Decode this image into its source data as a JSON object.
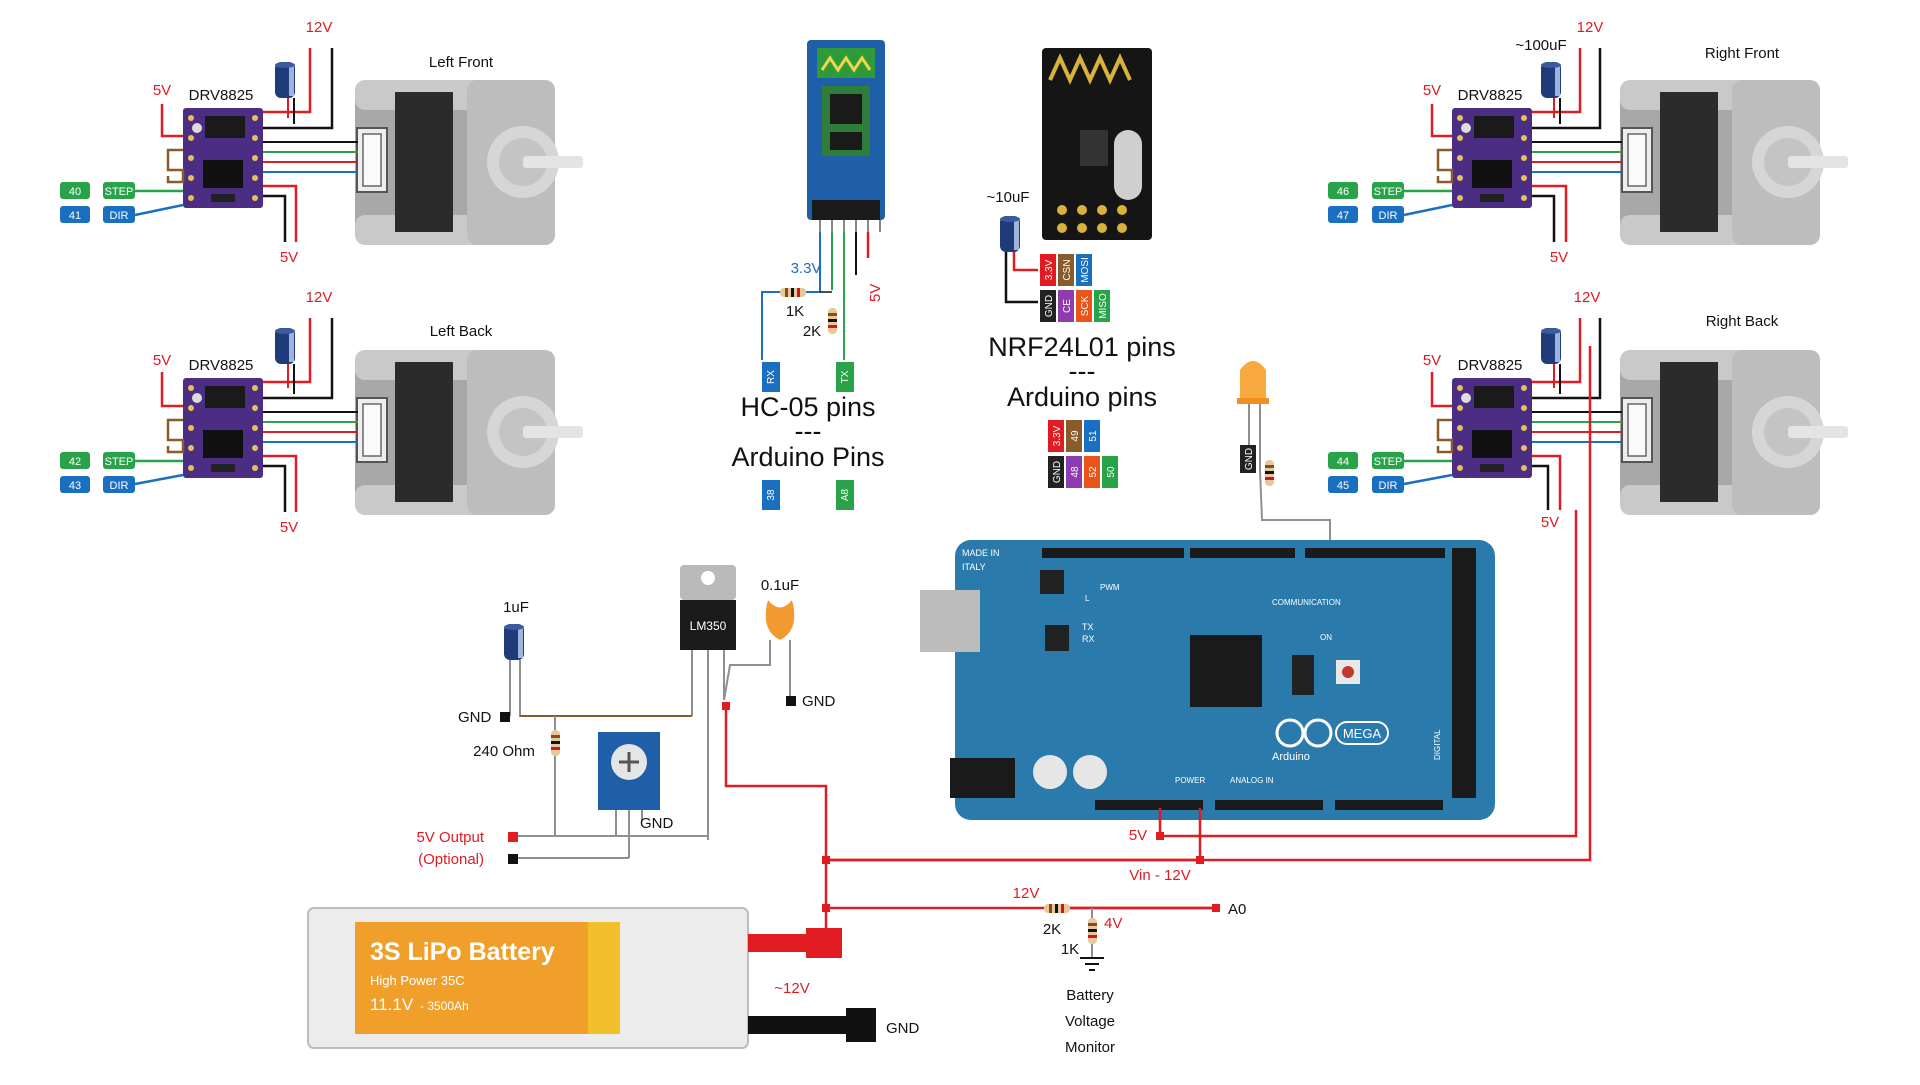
{
  "motors": {
    "left_front": {
      "title": "Left Front",
      "driver": "DRV8825",
      "v12": "12V",
      "v5_top": "5V",
      "v5_bottom": "5V",
      "step_pin": "40",
      "dir_pin": "41",
      "step": "STEP",
      "dir": "DIR"
    },
    "left_back": {
      "title": "Left Back",
      "driver": "DRV8825",
      "v12": "12V",
      "v5_top": "5V",
      "v5_bottom": "5V",
      "step_pin": "42",
      "dir_pin": "43",
      "step": "STEP",
      "dir": "DIR"
    },
    "right_front": {
      "title": "Right Front",
      "driver": "DRV8825",
      "v12": "12V",
      "v5_top": "5V",
      "v5_bottom": "5V",
      "step_pin": "46",
      "dir_pin": "47",
      "step": "STEP",
      "dir": "DIR",
      "cap": "~100uF"
    },
    "right_back": {
      "title": "Right Back",
      "driver": "DRV8825",
      "v12": "12V",
      "v5_top": "5V",
      "v5_bottom": "5V",
      "step_pin": "44",
      "dir_pin": "45",
      "step": "STEP",
      "dir": "DIR"
    }
  },
  "hc05": {
    "v33": "3.3V",
    "v5": "5V",
    "r1": "1K",
    "r2": "2K",
    "rx": "RX",
    "tx": "TX",
    "title1": "HC-05 pins",
    "sep": "---",
    "title2": "Arduino Pins",
    "rx_arduino": "38",
    "tx_arduino": "A8"
  },
  "nrf": {
    "cap": "~10uF",
    "pins_top": [
      "3.3V",
      "CSN",
      "MOSI"
    ],
    "pins_bottom": [
      "GND",
      "CE",
      "SCK",
      "MISO"
    ],
    "title1": "NRF24L01 pins",
    "sep": "---",
    "title2": "Arduino pins",
    "ard_top": [
      "3.3V",
      "49",
      "51"
    ],
    "ard_bottom": [
      "GND",
      "48",
      "52",
      "50"
    ]
  },
  "led": {
    "gnd": "GND"
  },
  "regulator": {
    "chip": "LM350",
    "cap1": "1uF",
    "cap2": "0.1uF",
    "gnd1": "GND",
    "gnd2": "GND",
    "gnd3": "GND",
    "r": "240 Ohm",
    "out1": "5V Output",
    "out2": "(Optional)"
  },
  "arduino": {
    "made_in": "MADE IN",
    "italy": "ITALY",
    "brand": "Arduino",
    "model": "MEGA",
    "pwm": "PWM",
    "communication": "COMMUNICATION",
    "power": "POWER",
    "analog": "ANALOG IN",
    "digital": "DIGITAL",
    "tx": "TX",
    "rx": "RX",
    "l": "L",
    "on": "ON",
    "v5": "5V",
    "vin": "Vin - 12V"
  },
  "battery": {
    "title": "3S LiPo Battery",
    "sub": "High Power 35C",
    "volts": "11.1V",
    "cap": "- 3500Ah",
    "v": "~12V",
    "gnd": "GND"
  },
  "monitor": {
    "v12": "12V",
    "r1": "2K",
    "r2": "1K",
    "v4": "4V",
    "a0": "A0",
    "l1": "Battery",
    "l2": "Voltage",
    "l3": "Monitor"
  },
  "colors": {
    "red": "#e01b22",
    "green": "#29a34a",
    "blue": "#1b6fc0",
    "purple": "#4b2d84",
    "board": "#2a7bab",
    "battery": "#f0a02a"
  }
}
